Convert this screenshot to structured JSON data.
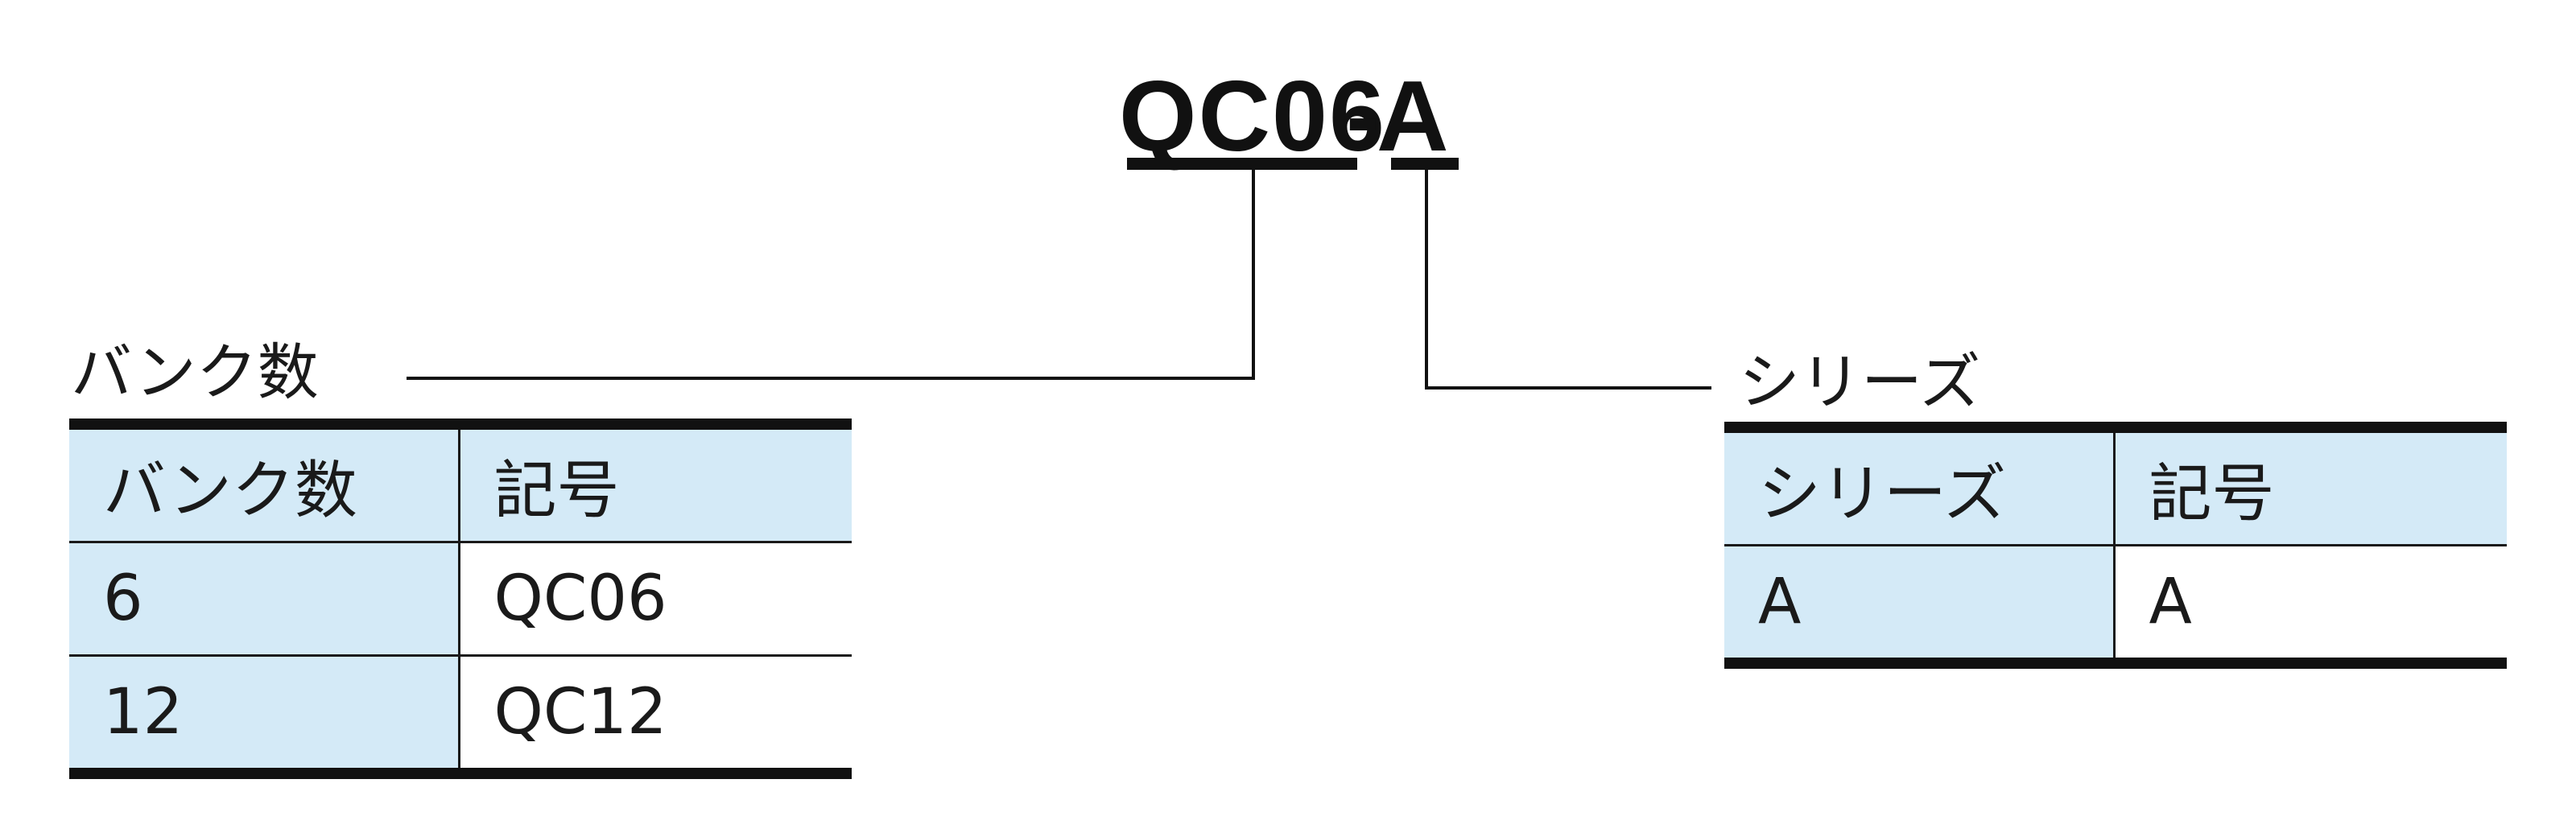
{
  "model_code": {
    "segment1": "QC06",
    "separator": "-",
    "segment2": "A"
  },
  "left_section": {
    "label": "バンク数",
    "table": {
      "headers": [
        "バンク数",
        "記号"
      ],
      "rows": [
        [
          "6",
          "QC06"
        ],
        [
          "12",
          "QC12"
        ]
      ]
    }
  },
  "right_section": {
    "label": "シリーズ",
    "table": {
      "headers": [
        "シリーズ",
        "記号"
      ],
      "rows": [
        [
          "A",
          "A"
        ]
      ]
    }
  },
  "colors": {
    "header_fill": "#d4eaf7",
    "line": "#111111"
  }
}
